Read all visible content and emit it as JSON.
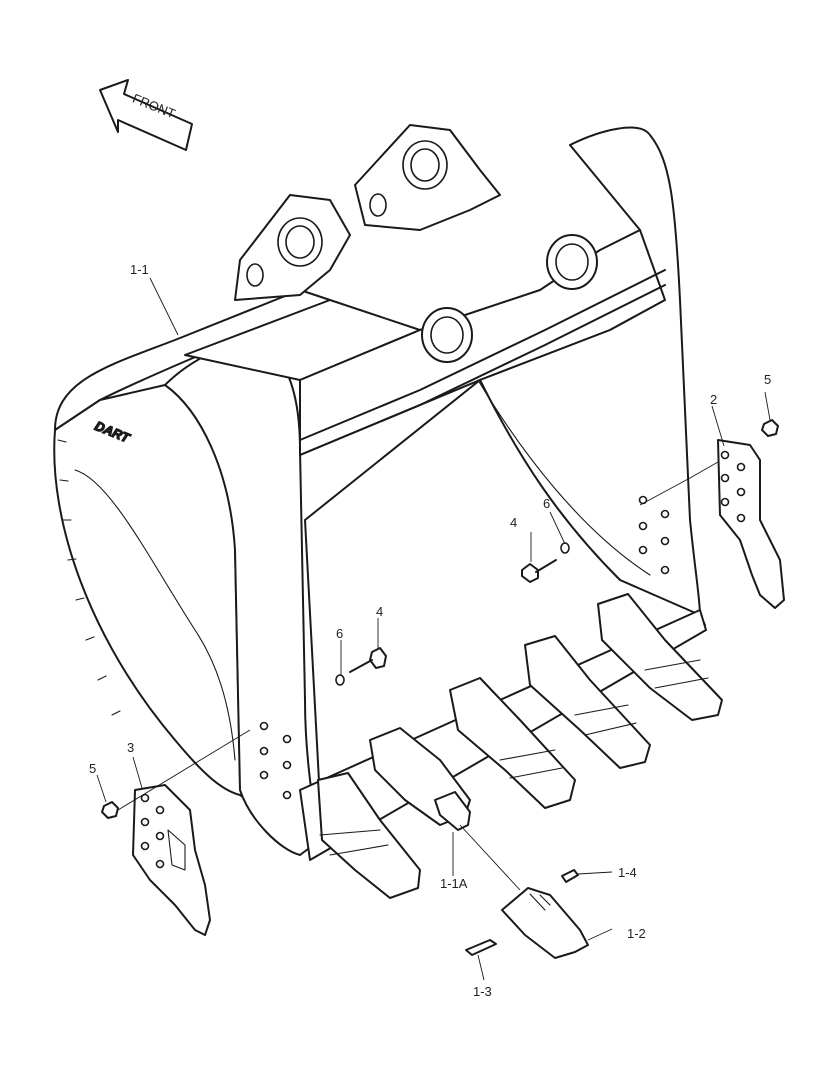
{
  "diagram": {
    "direction_label": "FRONT",
    "brand_logo": "DART",
    "callouts": {
      "bucket_assembly": "1-1",
      "adapter": "1-1A",
      "tooth": "1-2",
      "lock": "1-3",
      "pin": "1-4",
      "side_cutter_right": "2",
      "side_cutter_left": "3",
      "bolt_right": "4",
      "bolt_left": "4",
      "nut_right": "5",
      "nut_left": "5",
      "washer_right": "6",
      "washer_left": "6"
    }
  }
}
